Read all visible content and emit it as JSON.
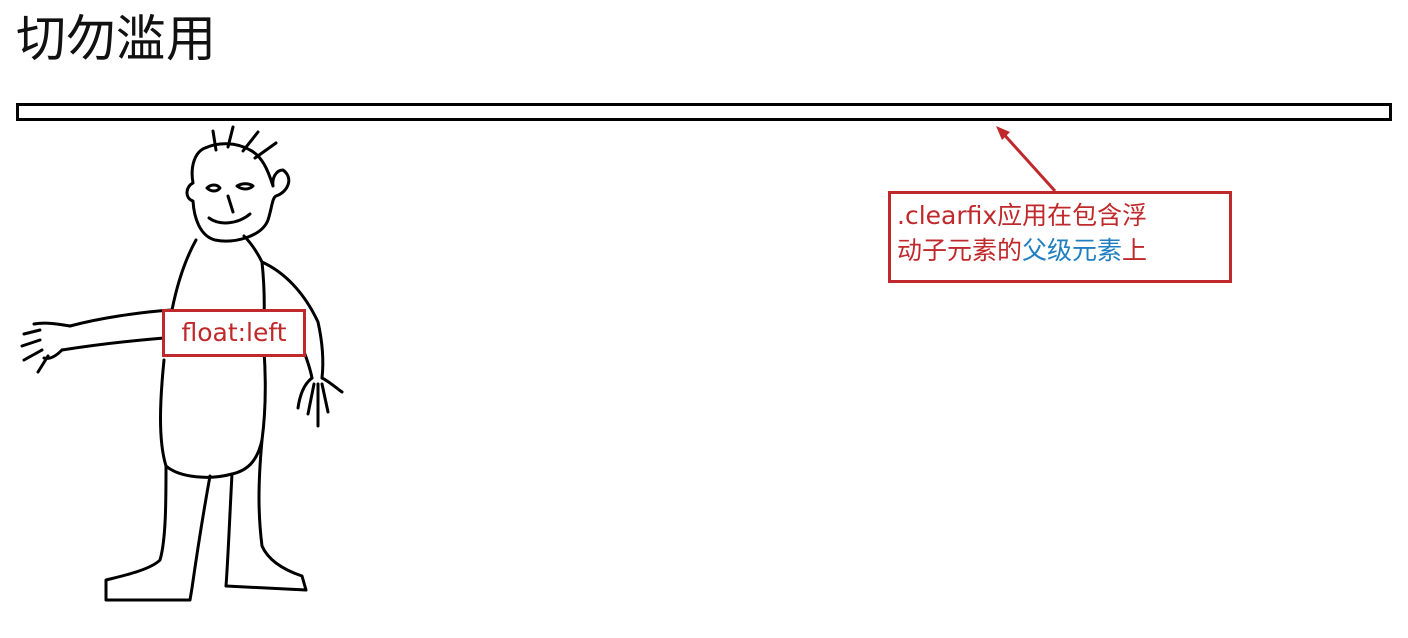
{
  "title": "切勿滥用",
  "float_label": "float:left",
  "callout": {
    "line1": ".clearfix应用在包含浮",
    "line2_prefix": "动子元素的",
    "line2_highlight": "父级元素",
    "line2_suffix": "上"
  },
  "colors": {
    "annotation_red": "#c0292b",
    "highlight_blue": "#1f7fc0",
    "ink": "#000000"
  }
}
